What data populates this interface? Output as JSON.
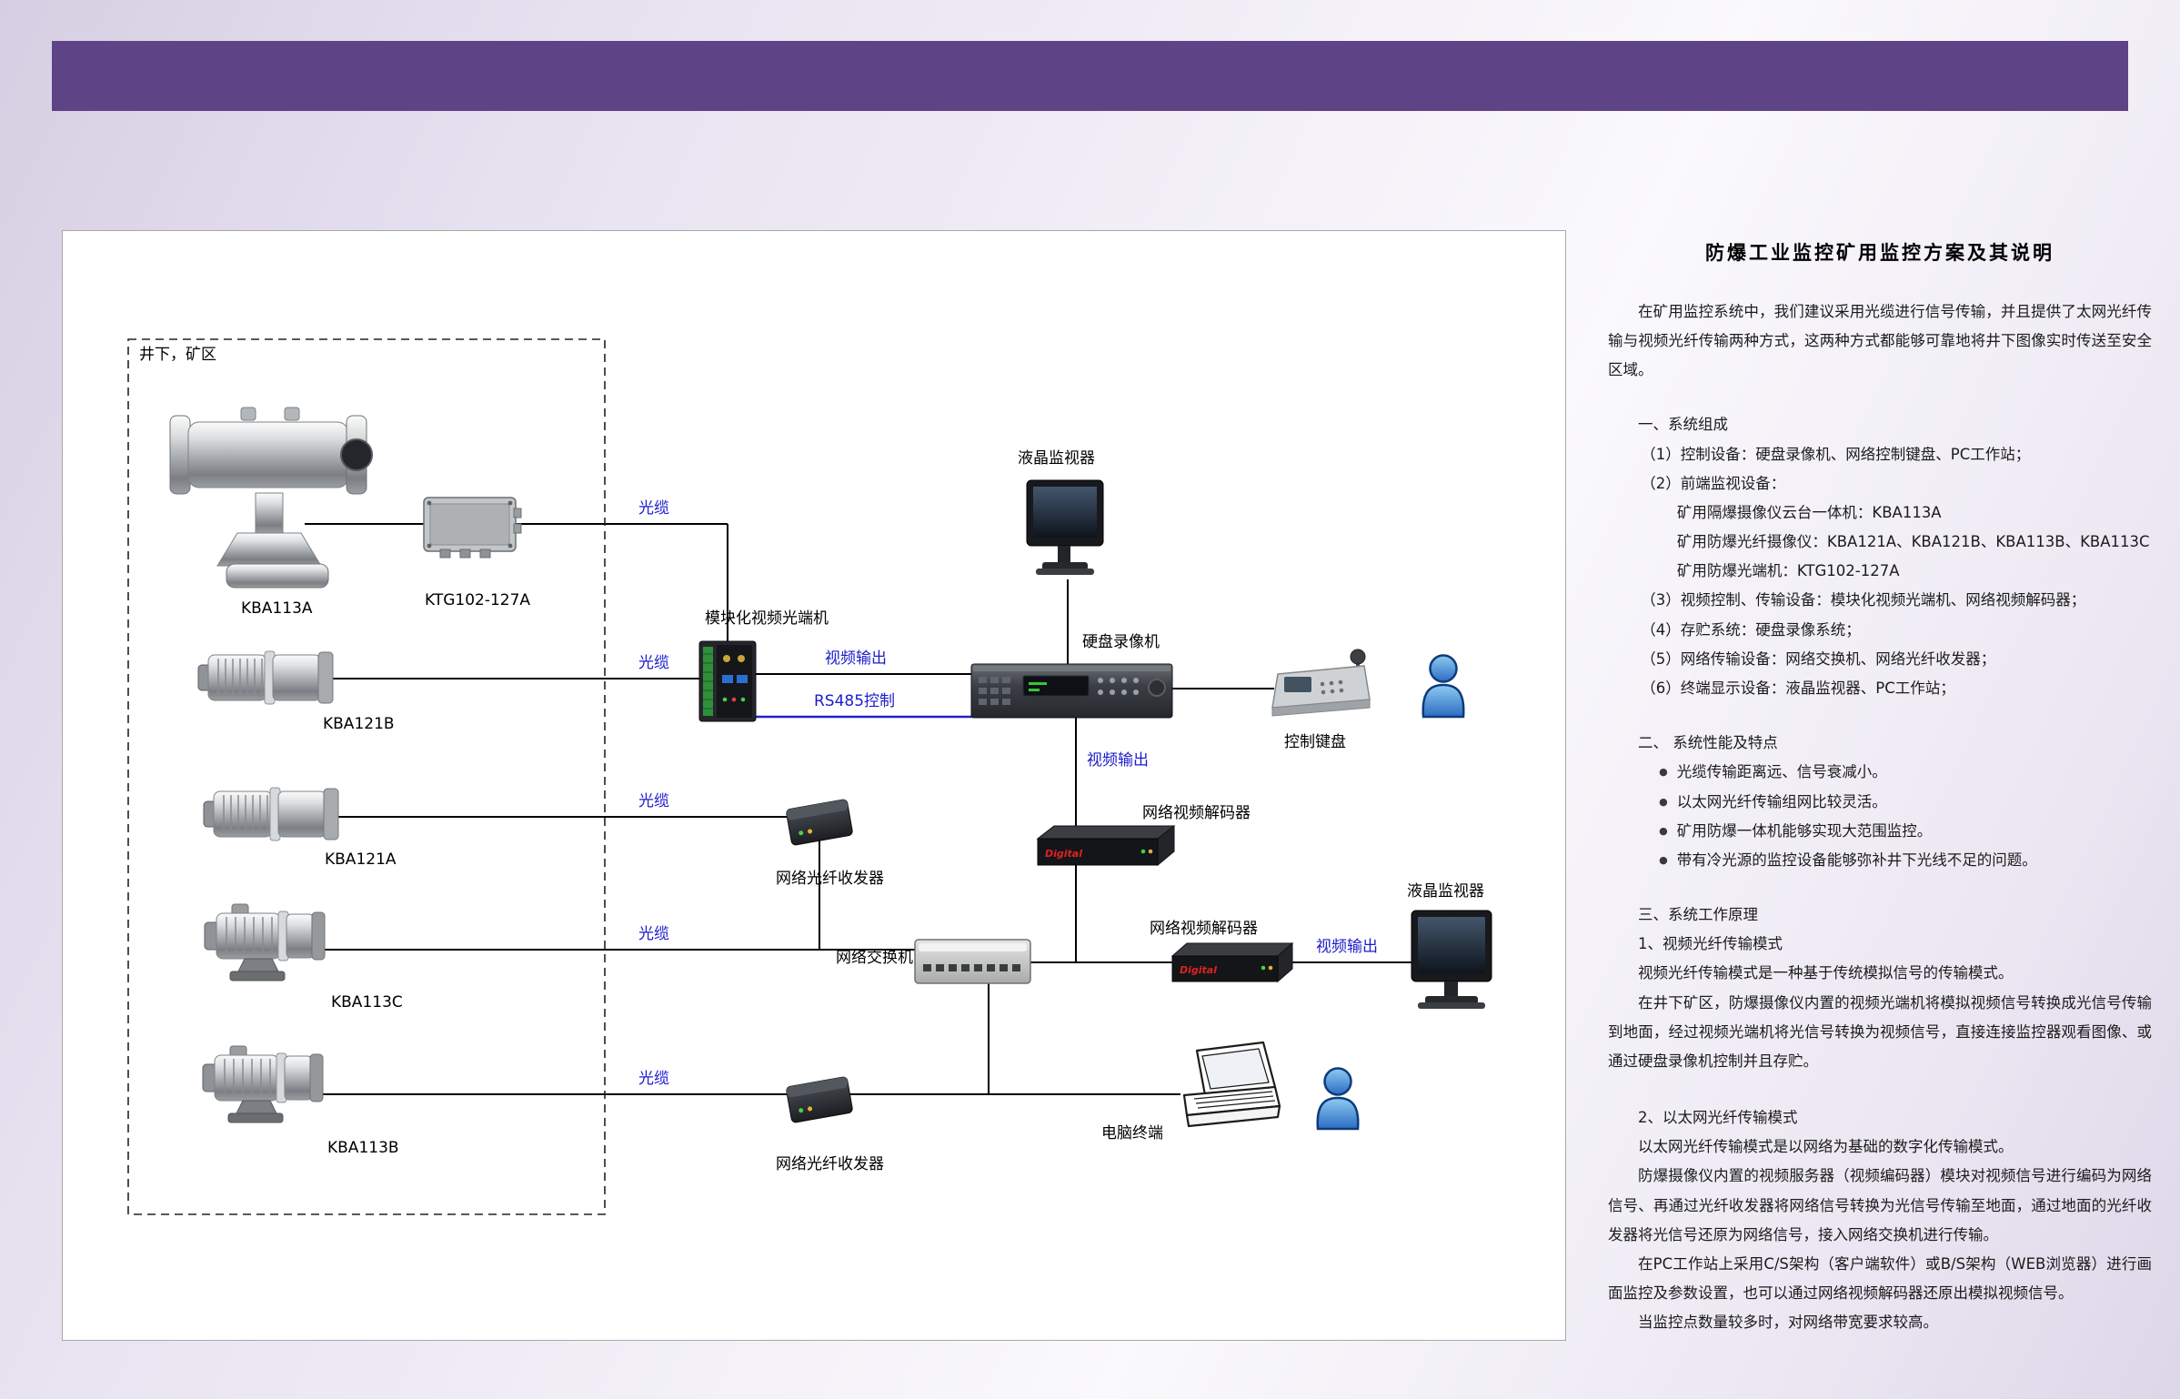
{
  "colors": {
    "header_bar": "#5e4486",
    "cable_label_blue": "#1c1ccd",
    "rs485_line_blue": "#2222cc",
    "background_lavender": "#e7e2f0",
    "diagram_panel_bg": "#ffffff"
  },
  "diagram": {
    "zone_label": "井下，矿区",
    "decoder_logo": "Digital",
    "devices": {
      "ptz_camera": "KBA113A",
      "junction_box": "KTG102-127A",
      "camera2": "KBA121B",
      "camera3": "KBA121A",
      "camera4": "KBA113C",
      "camera5": "KBA113B",
      "optical_transceiver": "模块化视频光端机",
      "lcd_monitor": "液晶监视器",
      "dvr": "硬盘录像机",
      "keyboard": "控制键盘",
      "video_decoder": "网络视频解码器",
      "fiber_transceiver": "网络光纤收发器",
      "switch": "网络交换机",
      "pc_terminal": "电脑终端"
    },
    "links": {
      "optical_cable": "光缆",
      "video_out": "视频输出",
      "rs485": "RS485控制"
    }
  },
  "panel": {
    "title": "防爆工业监控矿用监控方案及其说明",
    "intro": "在矿用监控系统中，我们建议采用光缆进行信号传输，并且提供了太网光纤传输与视频光纤传输两种方式，这两种方式都能够可靠地将井下图像实时传送至安全区域。",
    "s1": {
      "heading": "一、系统组成",
      "item1": "（1）控制设备：硬盘录像机、网络控制键盘、PC工作站；",
      "item2": "（2）前端监视设备：",
      "item2a": "矿用隔爆摄像仪云台一体机：KBA113A",
      "item2b": "矿用防爆光纤摄像仪：KBA121A、KBA121B、KBA113B、KBA113C",
      "item2c": "矿用防爆光端机：KTG102-127A",
      "item3": "（3）视频控制、传输设备：模块化视频光端机、网络视频解码器；",
      "item4": "（4）存贮系统：硬盘录像系统；",
      "item5": "（5）网络传输设备：网络交换机、网络光纤收发器；",
      "item6": "（6）终端显示设备：液晶监视器、PC工作站；"
    },
    "s2": {
      "heading": "二、 系统性能及特点",
      "b1": "光缆传输距离远、信号衰减小。",
      "b2": "以太网光纤传输组网比较灵活。",
      "b3": "矿用防爆一体机能够实现大范围监控。",
      "b4": "带有冷光源的监控设备能够弥补井下光线不足的问题。"
    },
    "s3": {
      "heading": "三、系统工作原理",
      "m1_title": "1、视频光纤传输模式",
      "m1_p1": "视频光纤传输模式是一种基于传统模拟信号的传输模式。",
      "m1_p2": "在井下矿区，防爆摄像仪内置的视频光端机将模拟视频信号转换成光信号传输到地面，经过视频光端机将光信号转换为视频信号，直接连接监控器观看图像、或通过硬盘录像机控制并且存贮。",
      "m2_title": "2、以太网光纤传输模式",
      "m2_p1": "以太网光纤传输模式是以网络为基础的数字化传输模式。",
      "m2_p2": "防爆摄像仪内置的视频服务器（视频编码器）模块对视频信号进行编码为网络信号、再通过光纤收发器将网络信号转换为光信号传输至地面，通过地面的光纤收发器将光信号还原为网络信号，接入网络交换机进行传输。",
      "m2_p3": "在PC工作站上采用C/S架构（客户端软件）或B/S架构（WEB浏览器）进行画面监控及参数设置，也可以通过网络视频解码器还原出模拟视频信号。",
      "m2_p4": "当监控点数量较多时，对网络带宽要求较高。"
    }
  }
}
